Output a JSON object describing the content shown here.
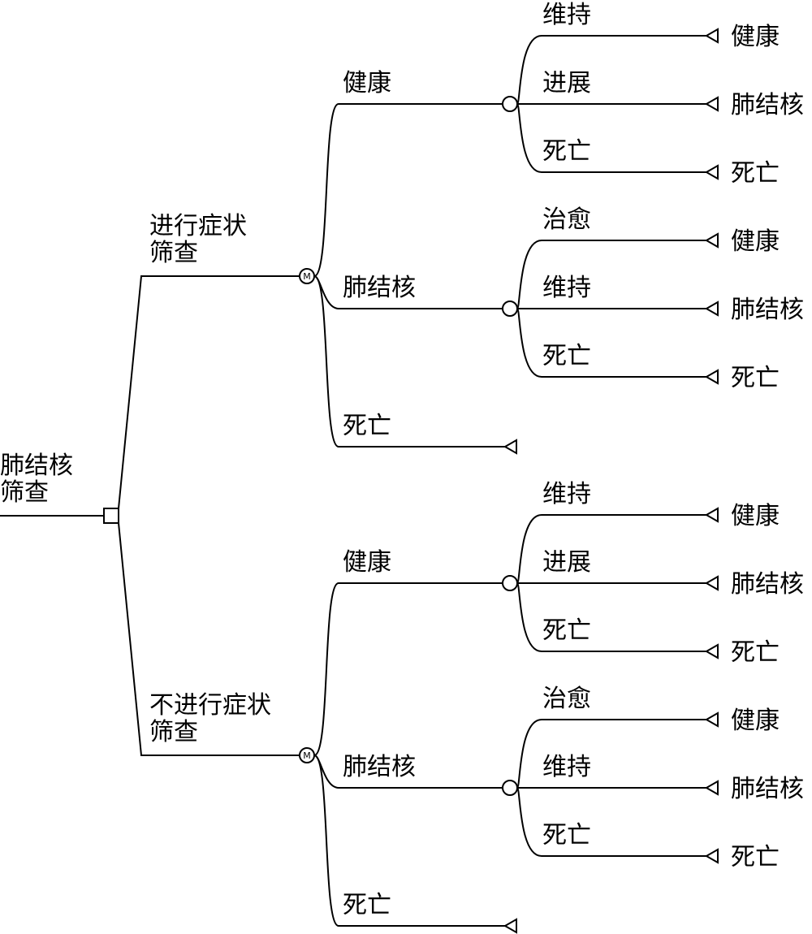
{
  "tree": {
    "root": {
      "label_lines": [
        "肺结核",
        "筛查"
      ],
      "node": "decision"
    },
    "strategies": [
      {
        "label_lines": [
          "进行症状",
          "筛查"
        ],
        "node": "markov",
        "node_mark": "M",
        "states": [
          {
            "label": "健康",
            "node": "chance",
            "transitions": [
              {
                "label": "维持",
                "outcome": "健康"
              },
              {
                "label": "进展",
                "outcome": "肺结核"
              },
              {
                "label": "死亡",
                "outcome": "死亡"
              }
            ]
          },
          {
            "label": "肺结核",
            "node": "chance",
            "transitions": [
              {
                "label": "治愈",
                "outcome": "健康"
              },
              {
                "label": "维持",
                "outcome": "肺结核"
              },
              {
                "label": "死亡",
                "outcome": "死亡"
              }
            ]
          },
          {
            "label": "死亡",
            "node": "terminal"
          }
        ]
      },
      {
        "label_lines": [
          "不进行症状",
          "筛查"
        ],
        "node": "markov",
        "node_mark": "M",
        "states": [
          {
            "label": "健康",
            "node": "chance",
            "transitions": [
              {
                "label": "维持",
                "outcome": "健康"
              },
              {
                "label": "进展",
                "outcome": "肺结核"
              },
              {
                "label": "死亡",
                "outcome": "死亡"
              }
            ]
          },
          {
            "label": "肺结核",
            "node": "chance",
            "transitions": [
              {
                "label": "治愈",
                "outcome": "健康"
              },
              {
                "label": "维持",
                "outcome": "肺结核"
              },
              {
                "label": "死亡",
                "outcome": "死亡"
              }
            ]
          },
          {
            "label": "死亡",
            "node": "terminal"
          }
        ]
      }
    ]
  }
}
